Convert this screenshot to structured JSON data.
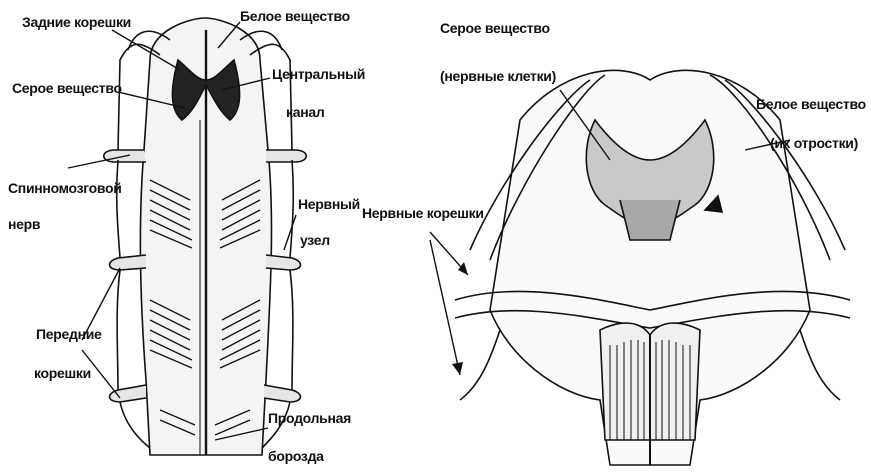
{
  "left_figure": {
    "labels": {
      "dorsal_roots": "Задние корешки",
      "white_matter": "Белое вещество",
      "gray_matter": "Серое вещество",
      "central_canal_1": "Центральный",
      "central_canal_2": "канал",
      "spinal_nerve_1": "Спинномозговой",
      "spinal_nerve_2": "нерв",
      "ganglion_1": "Нервный",
      "ganglion_2": "узел",
      "ventral_roots_1": "Передние",
      "ventral_roots_2": "корешки",
      "fissure_1": "Продольная",
      "fissure_2": "борозда"
    }
  },
  "right_figure": {
    "labels": {
      "gray_matter_1": "Серое вещество",
      "gray_matter_2": "(нервные клетки)",
      "white_matter_1": "Белое вещество",
      "white_matter_2": "(их отростки)",
      "nerve_roots": "Нервные корешки"
    }
  }
}
